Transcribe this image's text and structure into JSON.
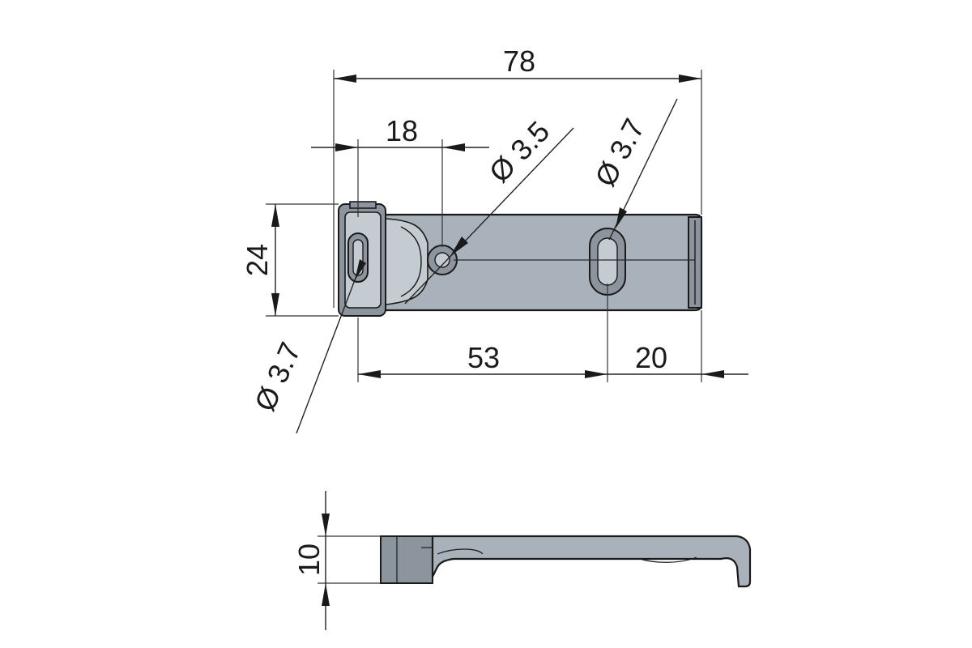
{
  "diagram": {
    "top_view": {
      "overall_length": "78",
      "first_hole_offset": "18",
      "height": "24",
      "hole_spacing": "53",
      "end_offset": "20",
      "hole_small_diameter": "Ø 3.5",
      "hole_slot_right_diameter": "Ø 3.7",
      "hole_slot_left_diameter": "Ø 3.7"
    },
    "side_view": {
      "thickness": "10"
    },
    "colors": {
      "part_fill": "#a9b2ba",
      "part_dark": "#8c959e",
      "outline": "#1a1a1a"
    }
  }
}
